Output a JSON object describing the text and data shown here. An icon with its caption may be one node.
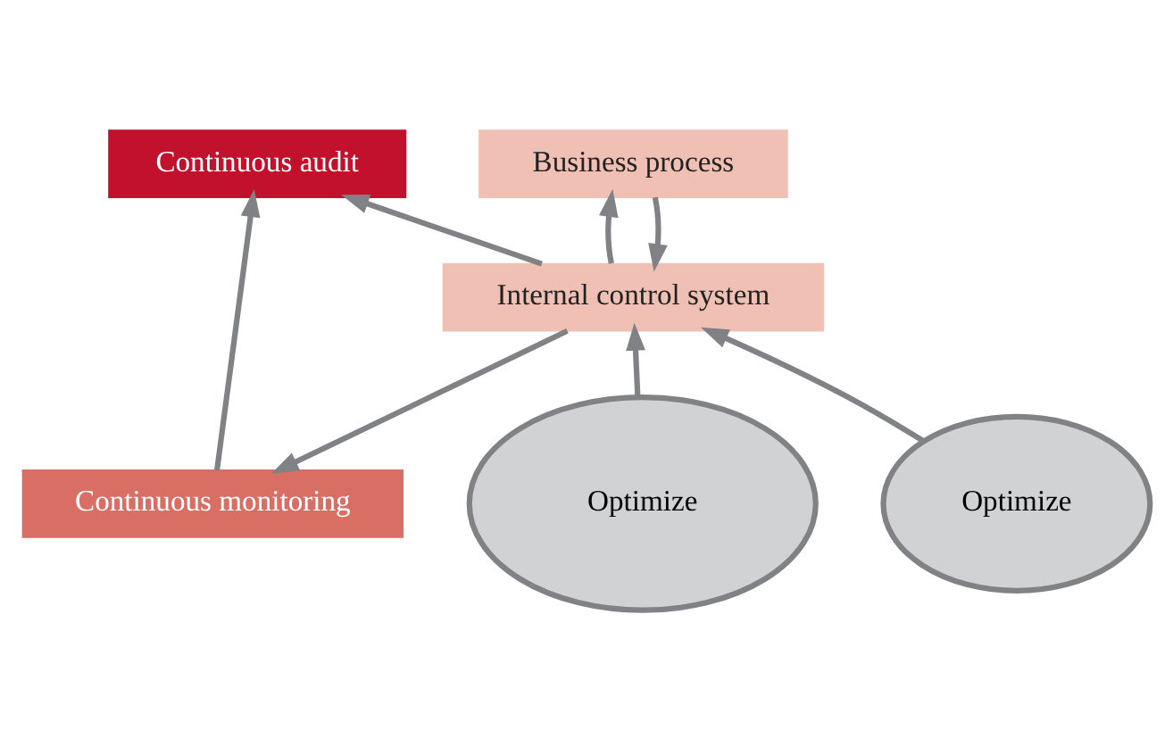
{
  "diagram": {
    "nodes": [
      {
        "text": [
          "Continuous audit"
        ]
      },
      {
        "text": [
          "Continuous monitoring"
        ]
      },
      {
        "text": [
          "Internal control system"
        ]
      },
      {
        "text": [
          "Business process"
        ]
      },
      {
        "text": [
          "Optimize"
        ]
      },
      {
        "text": [
          "Optimize"
        ]
      }
    ],
    "edges": [
      {
        "from": 2,
        "to": 0,
        "arrow": "to"
      },
      {
        "from": 1,
        "to": 0,
        "arrow": "to"
      },
      {
        "from": 2,
        "to": 1,
        "arrow": "to"
      },
      {
        "from": 2,
        "to": 3,
        "arrow": "to"
      },
      {
        "from": 3,
        "to": 2,
        "arrow": "to"
      },
      {
        "from": 4,
        "to": 2,
        "arrow": "to"
      },
      {
        "from": 5,
        "to": 2,
        "arrow": "to"
      }
    ]
  }
}
